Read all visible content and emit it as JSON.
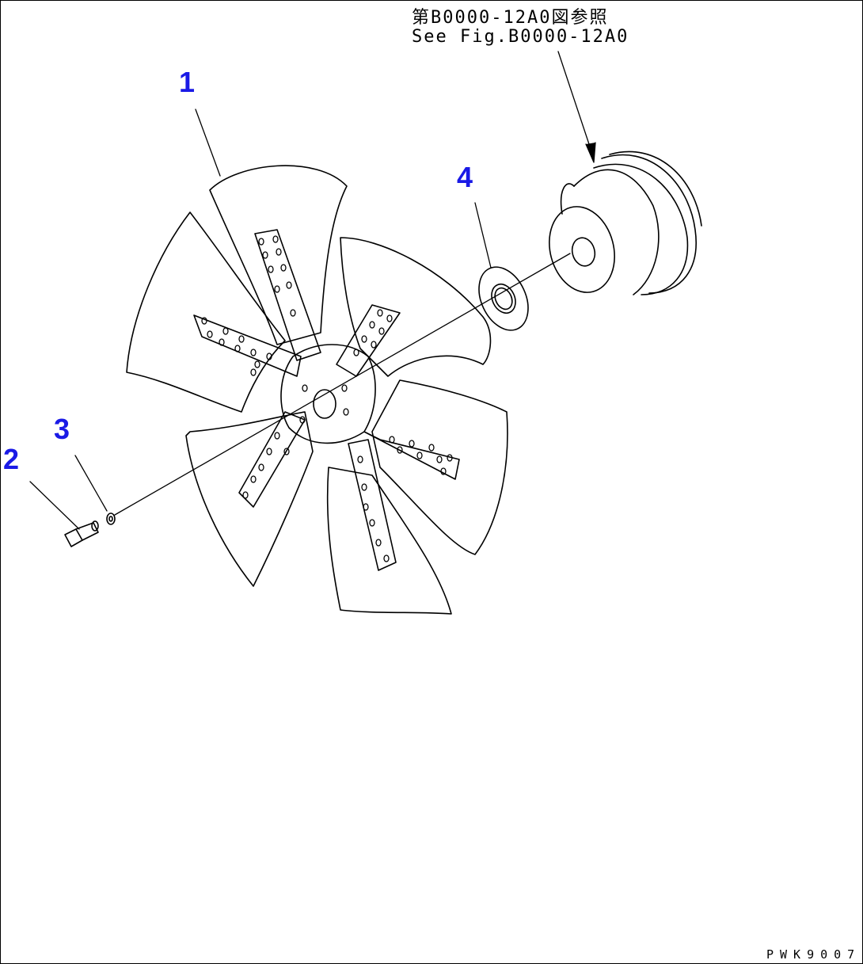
{
  "reference": {
    "line_jp": "第B0000-12A0図参照",
    "line_en": "See Fig.B0000-12A0"
  },
  "callouts": [
    {
      "number": "1",
      "part": "fan"
    },
    {
      "number": "2",
      "part": "bolt"
    },
    {
      "number": "3",
      "part": "washer"
    },
    {
      "number": "4",
      "part": "spacer"
    }
  ],
  "drawing_code": "PWK9007",
  "colors": {
    "callout": "#1a1ae6",
    "line": "#000000"
  }
}
